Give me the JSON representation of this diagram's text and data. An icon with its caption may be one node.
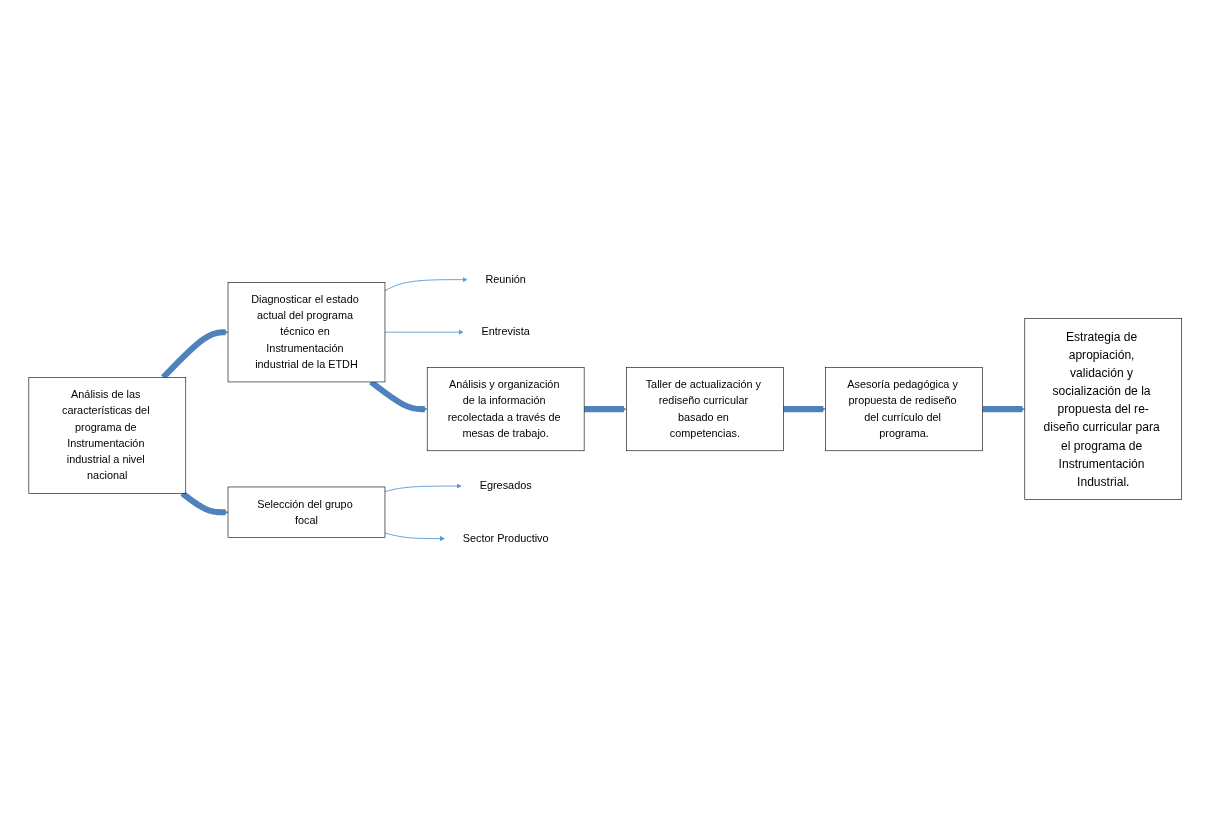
{
  "diagram": {
    "nodes": [
      {
        "text": [
          "Análisis de las características del programa de Instrumentación industrial a nivel nacional"
        ]
      },
      {
        "text": [
          "Diagnosticar el estado actual del programa técnico en Instrumentación industrial de la ETDH"
        ]
      },
      {
        "text": [
          "Reunión"
        ]
      },
      {
        "text": [
          "Entrevista"
        ]
      },
      {
        "text": [
          "Análisis y organización de la información recolectada a través de mesas de trabajo."
        ]
      },
      {
        "text": [
          "Selección del grupo focal"
        ]
      },
      {
        "text": [
          "Egresados"
        ]
      },
      {
        "text": [
          "Sector Productivo"
        ]
      },
      {
        "text": [
          "Taller de actualización y rediseño curricular basado en competencias."
        ]
      },
      {
        "text": [
          "Asesoría pedagógica y propuesta de rediseño del currículo del programa."
        ]
      },
      {
        "text": [
          "Estrategia de apropiación, validación y socialización de la propuesta del re-diseño curricular para el programa de Instrumentación Industrial."
        ]
      }
    ],
    "edges": [
      {
        "from": 0,
        "to": 1,
        "arrow": "to"
      },
      {
        "from": 1,
        "to": 2,
        "arrow": "to",
        "color": "#5b9bd5"
      },
      {
        "from": 1,
        "to": 3,
        "arrow": "to",
        "color": "#5b9bd5"
      },
      {
        "from": 1,
        "to": 4,
        "arrow": "to"
      },
      {
        "from": 0,
        "to": 5,
        "arrow": "to"
      },
      {
        "from": 5,
        "to": 6,
        "arrow": "to",
        "color": "#5b9bd5"
      },
      {
        "from": 5,
        "to": 7,
        "arrow": "to",
        "color": "#5b9bd5"
      },
      {
        "from": 4,
        "to": 8,
        "arrow": "to"
      },
      {
        "from": 8,
        "to": 9,
        "arrow": "to"
      },
      {
        "from": 9,
        "to": 10,
        "arrow": "to"
      }
    ]
  }
}
